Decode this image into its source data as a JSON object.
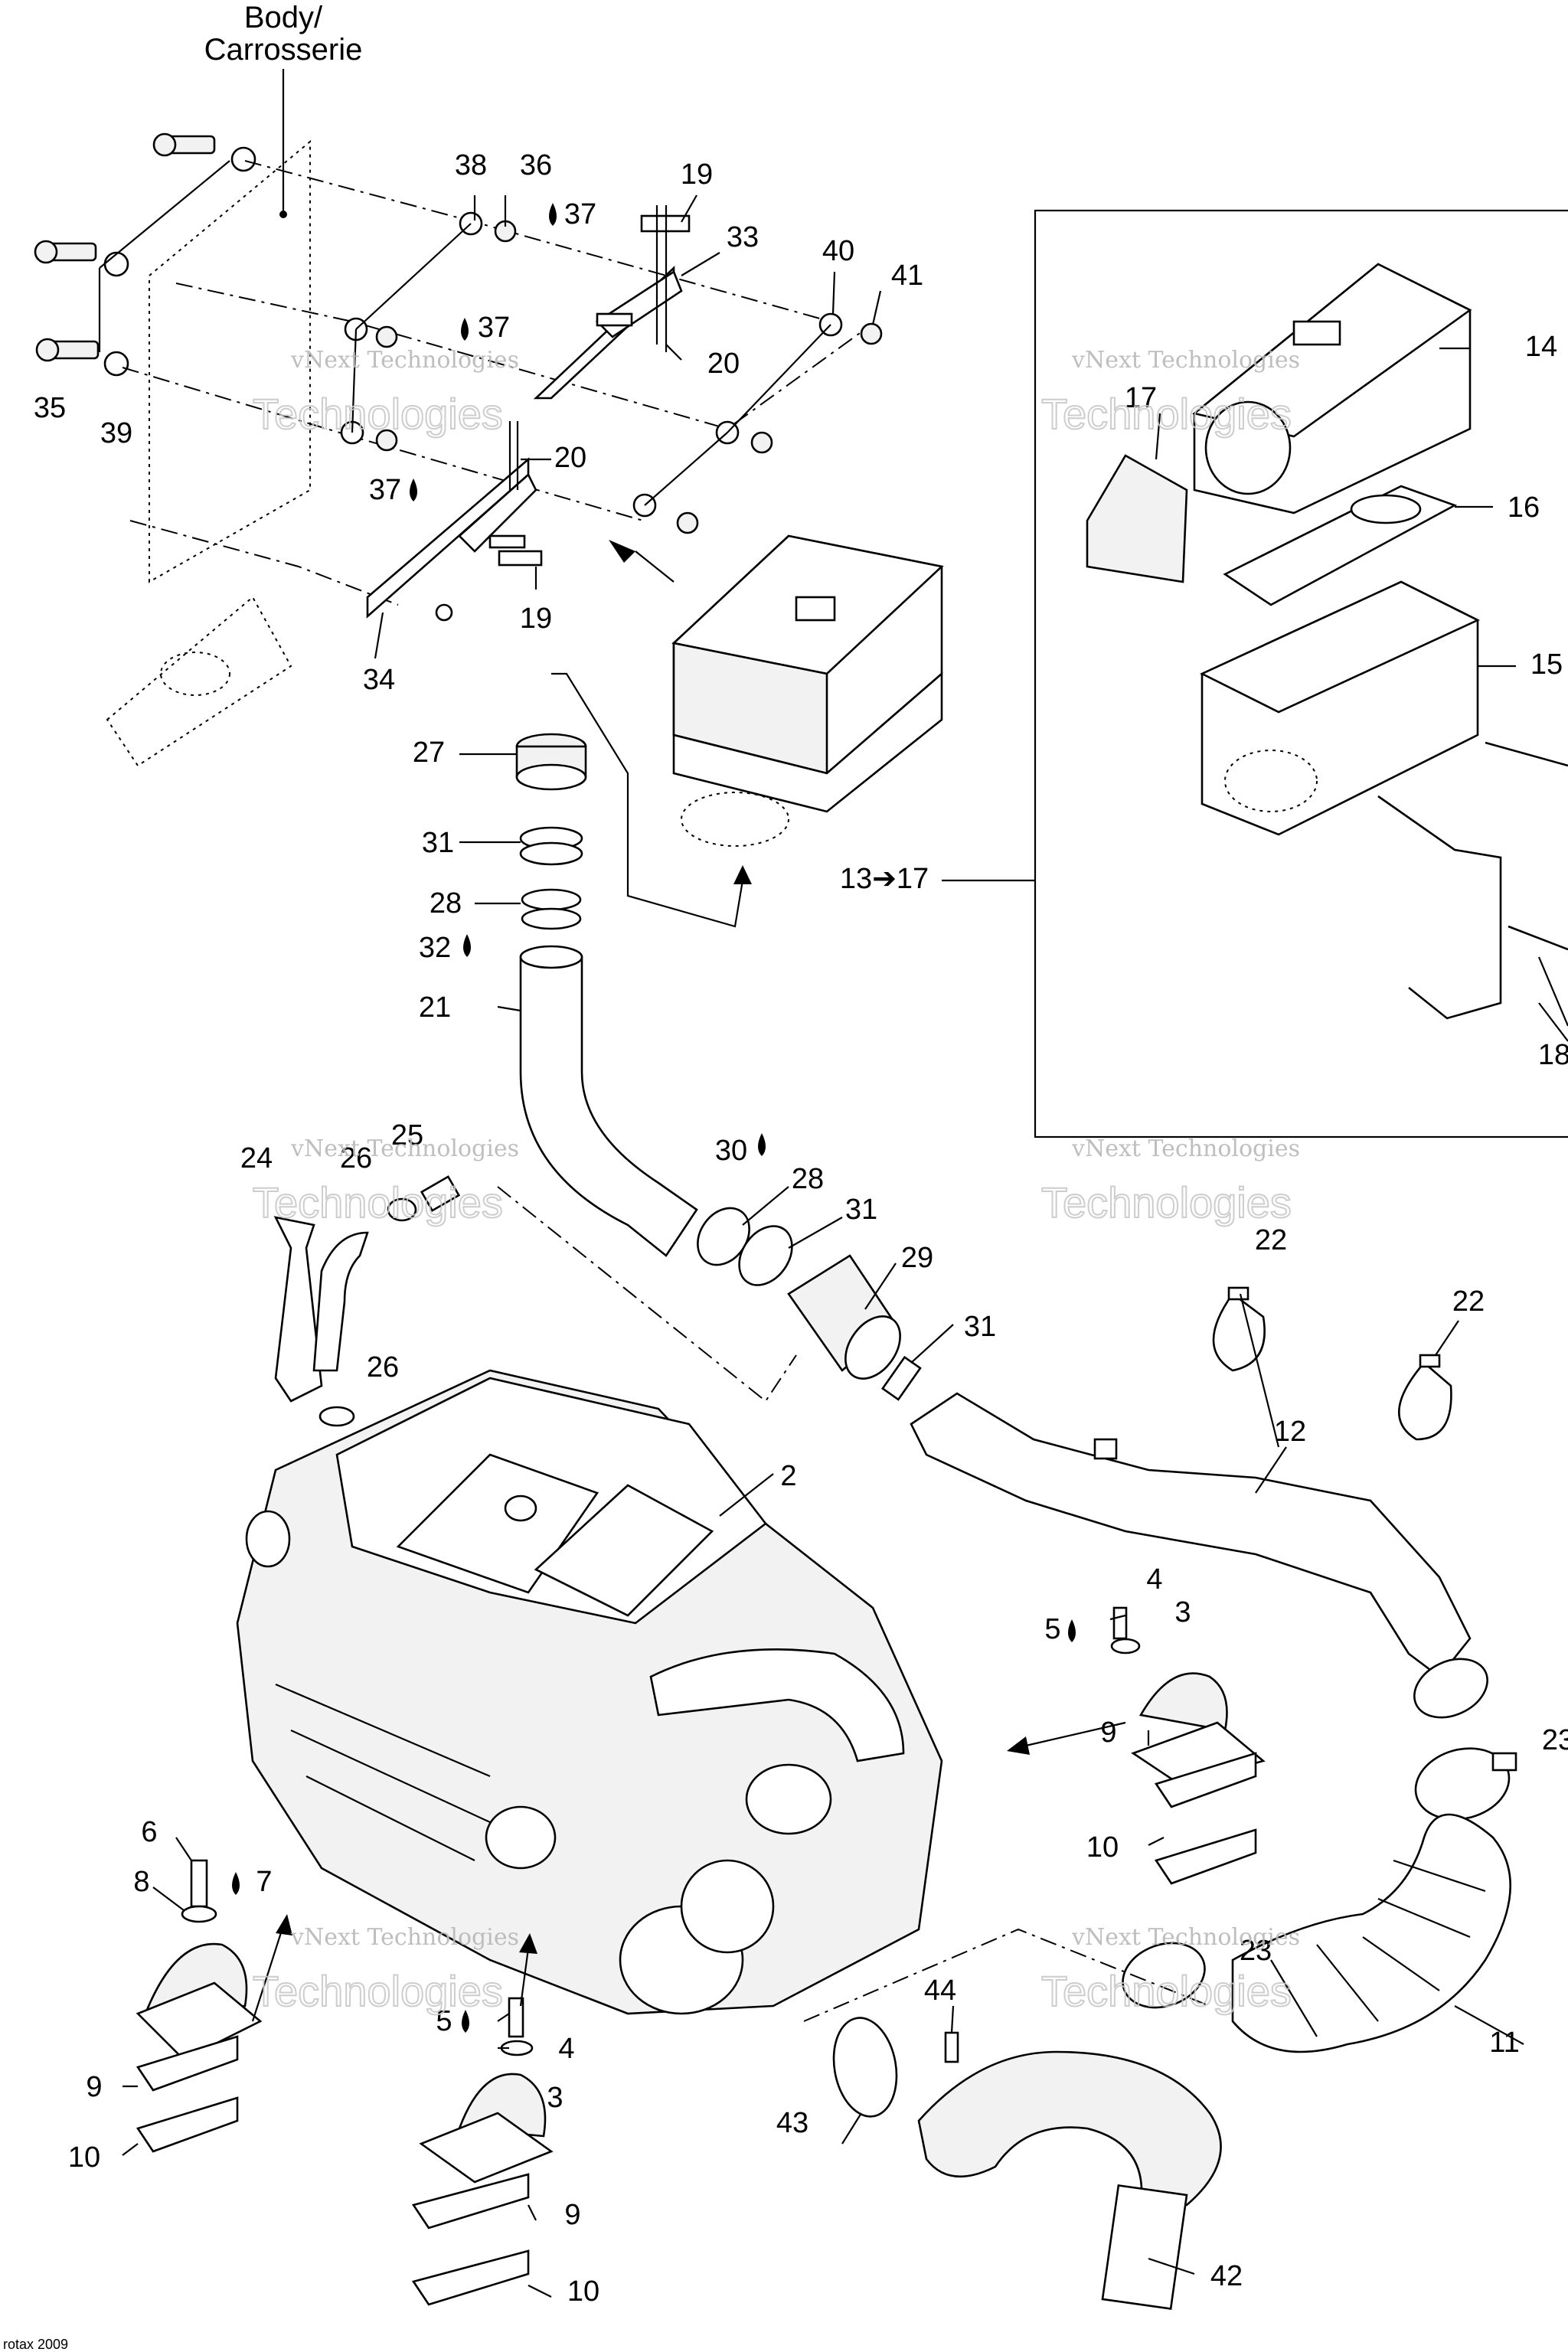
{
  "header": {
    "line1": "Body/",
    "line2": "Carrosserie"
  },
  "watermark": {
    "line1": "vNext Technologies",
    "line2": "Technologies",
    "line3": "vNext"
  },
  "callouts": {
    "c2": "2",
    "c3a": "3",
    "c3b": "3",
    "c4a": "4",
    "c4b": "4",
    "c5a": "5",
    "c5b": "5",
    "c6": "6",
    "c7": "7",
    "c8": "8",
    "c9a": "9",
    "c9b": "9",
    "c9c": "9",
    "c10a": "10",
    "c10b": "10",
    "c10c": "10",
    "c11": "11",
    "c12": "12",
    "c13_17": "13➔17",
    "c14": "14",
    "c15": "15",
    "c16": "16",
    "c17": "17",
    "c18": "18",
    "c19a": "19",
    "c19b": "19",
    "c20a": "20",
    "c20b": "20",
    "c21": "21",
    "c22a": "22",
    "c22b": "22",
    "c23a": "23",
    "c23b": "23",
    "c24": "24",
    "c25": "25",
    "c26a": "26",
    "c26b": "26",
    "c27": "27",
    "c28a": "28",
    "c28b": "28",
    "c29": "29",
    "c30": "30",
    "c31a": "31",
    "c31b": "31",
    "c31c": "31",
    "c32": "32",
    "c33": "33",
    "c34": "34",
    "c35": "35",
    "c36": "36",
    "c37a": "37",
    "c37b": "37",
    "c37c": "37",
    "c38": "38",
    "c39": "39",
    "c40": "40",
    "c41": "41",
    "c42": "42",
    "c43": "43",
    "c44": "44"
  },
  "footer": {
    "drawing_code": "rotax 2009"
  }
}
